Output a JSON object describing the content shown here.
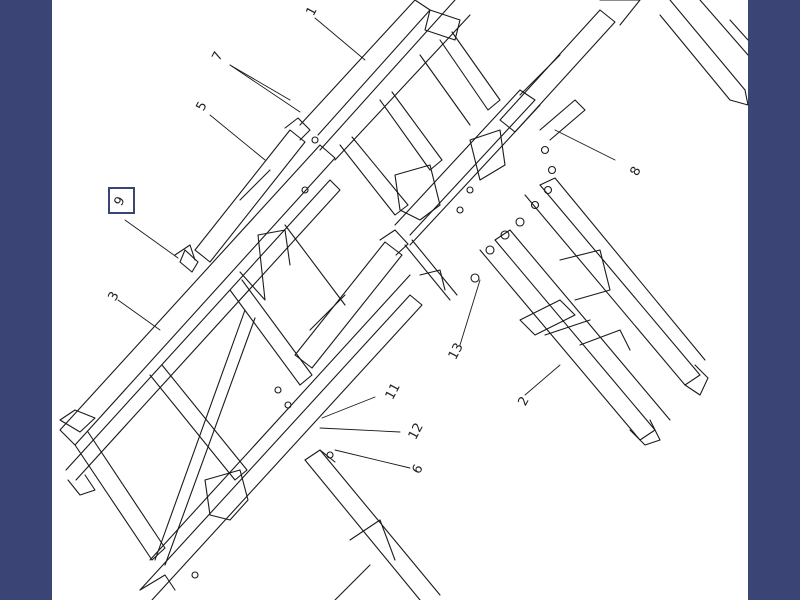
{
  "callouts": {
    "c1": "1",
    "c2": "2",
    "c3": "3",
    "c5": "5",
    "c6": "6",
    "c7": "7",
    "c8": "8",
    "c9": "9",
    "c11": "11",
    "c12": "12",
    "c13": "13"
  },
  "colors": {
    "backdrop": "#3b4575",
    "page": "#ffffff",
    "line": "#1a1a1a",
    "highlight_box": "#3b4575"
  }
}
